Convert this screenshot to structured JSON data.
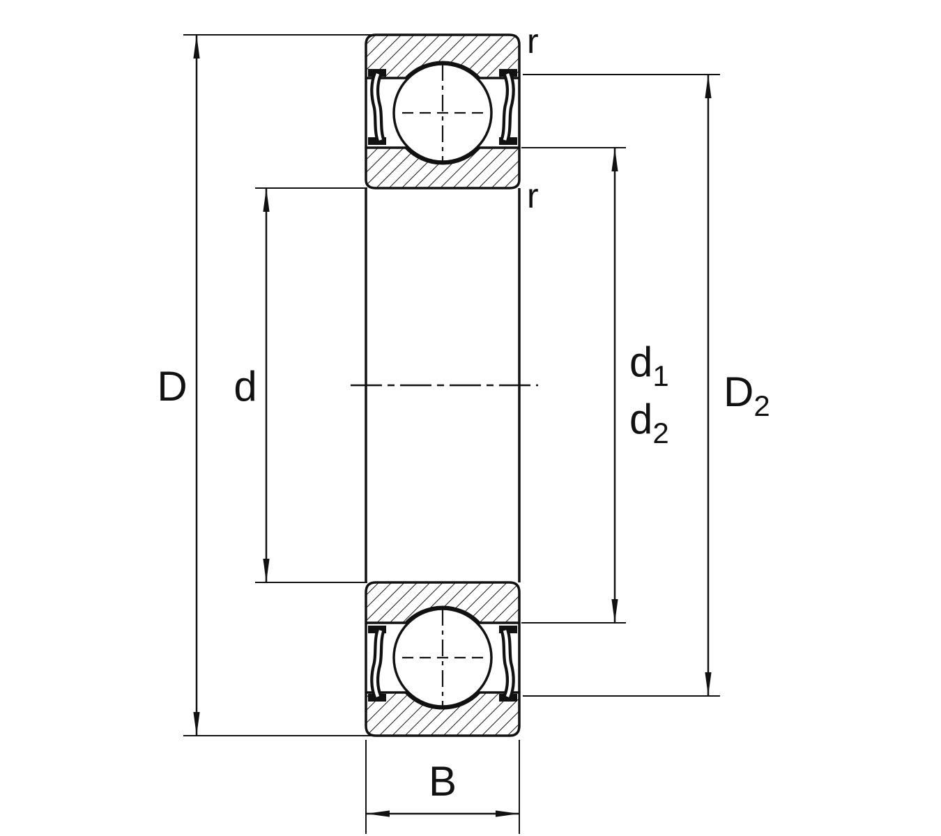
{
  "diagram": {
    "labels": {
      "D": "D",
      "d": "d",
      "d1_base": "d",
      "d1_sub": "1",
      "d2_base": "d",
      "d2_sub": "2",
      "D2_base": "D",
      "D2_sub": "2",
      "r_outer": "r",
      "r_inner": "r",
      "B": "B"
    },
    "colors": {
      "line": "#111111",
      "background": "#ffffff"
    }
  }
}
